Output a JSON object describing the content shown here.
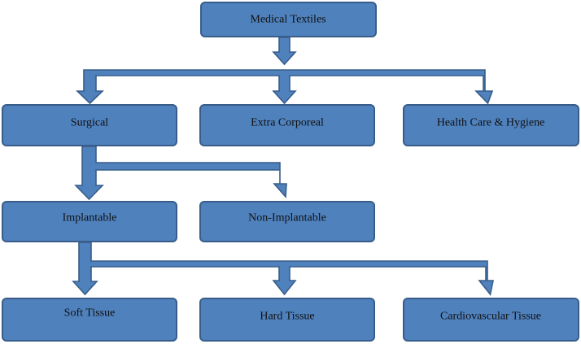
{
  "diagram": {
    "nodes": {
      "root": "Medical Textiles",
      "surgical": "Surgical",
      "extra_corporeal": "Extra Corporeal",
      "health_care": "Health Care & Hygiene",
      "implantable": "Implantable",
      "non_implantable": "Non-Implantable",
      "soft_tissue": "Soft Tissue",
      "hard_tissue": "Hard Tissue",
      "cardiovascular": "Cardiovascular Tissue"
    },
    "colors": {
      "box_fill": "#4f81bd",
      "box_border": "#385d8a",
      "arrow_fill": "#4f81bd",
      "text": "#111111"
    }
  }
}
